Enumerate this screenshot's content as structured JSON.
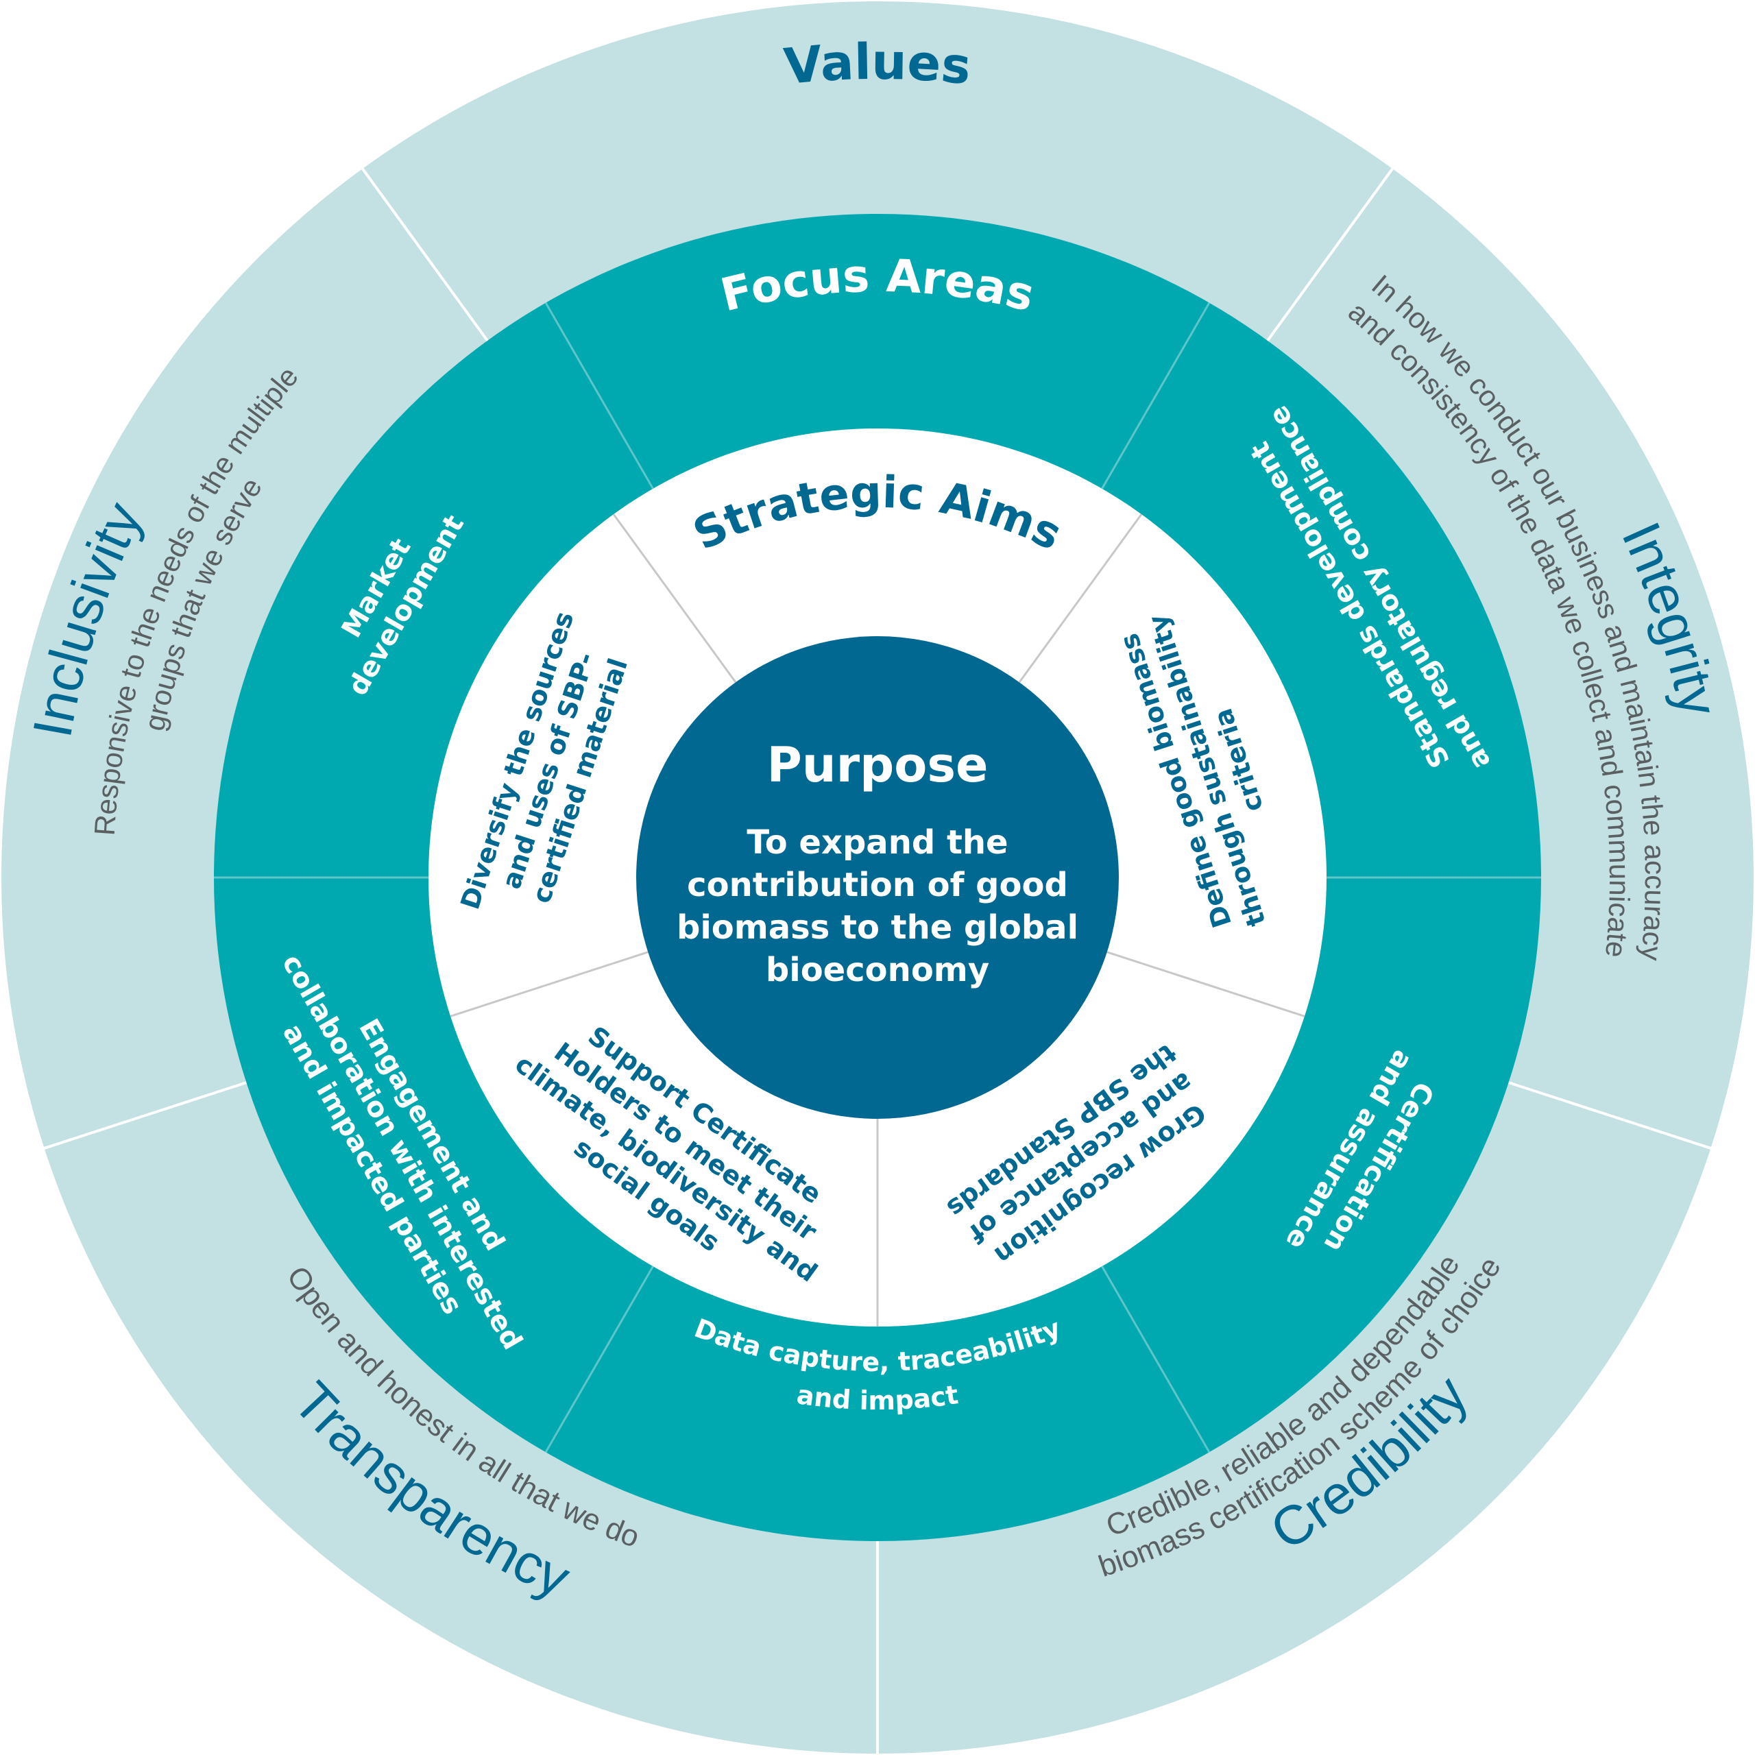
{
  "colors": {
    "values_ring": "#c3e0e2",
    "focus_ring": "#00a9b0",
    "aims_ring": "#ffffff",
    "purpose_circle": "#006891",
    "dark_blue_text": "#006891",
    "grey_text": "#5a5f62",
    "white_text": "#ffffff",
    "values_divider": "#ffffff",
    "focus_divider": "#5cc6cb",
    "aims_divider": "#c8c8c8"
  },
  "values": {
    "heading": "Values",
    "items": [
      {
        "name": "Integrity",
        "description": [
          "In how we conduct our business and maintain the accuracy",
          "and consistency of the data we collect and communicate"
        ]
      },
      {
        "name": "Credibility",
        "description": [
          "Credible, reliable and dependable",
          "biomass certification scheme of choice"
        ]
      },
      {
        "name": "Transparency",
        "description": [
          "Open and honest in all that we do"
        ]
      },
      {
        "name": "Inclusivity",
        "description": [
          "Responsive to the needs of the multiple",
          "groups that we serve"
        ]
      }
    ]
  },
  "focus_areas": {
    "heading": "Focus Areas",
    "items": [
      {
        "label": [
          "Standards development",
          "and regulatory compliance"
        ]
      },
      {
        "label": [
          "Certification",
          "and assurance"
        ]
      },
      {
        "label": [
          "Data capture, traceability",
          "and impact"
        ]
      },
      {
        "label": [
          "Engagement and",
          "collaboration with interested",
          "and impacted parties"
        ]
      },
      {
        "label": [
          "Market",
          "development"
        ]
      }
    ]
  },
  "strategic_aims": {
    "heading": "Strategic Aims",
    "items": [
      {
        "label": [
          "Define good biomass",
          "through sustainability",
          "criteria"
        ]
      },
      {
        "label": [
          "Grow recognition",
          "and acceptance of",
          "the SBP Standards"
        ]
      },
      {
        "label": [
          "Support Certificate",
          "Holders to meet their",
          "climate, biodiversity and",
          "social goals"
        ]
      },
      {
        "label": [
          "Diversify the sources",
          "and uses of SBP-",
          "certified material"
        ]
      }
    ]
  },
  "purpose": {
    "heading": "Purpose",
    "statement": [
      "To expand the",
      "contribution of good",
      "biomass to the global",
      "bioeconomy"
    ]
  }
}
